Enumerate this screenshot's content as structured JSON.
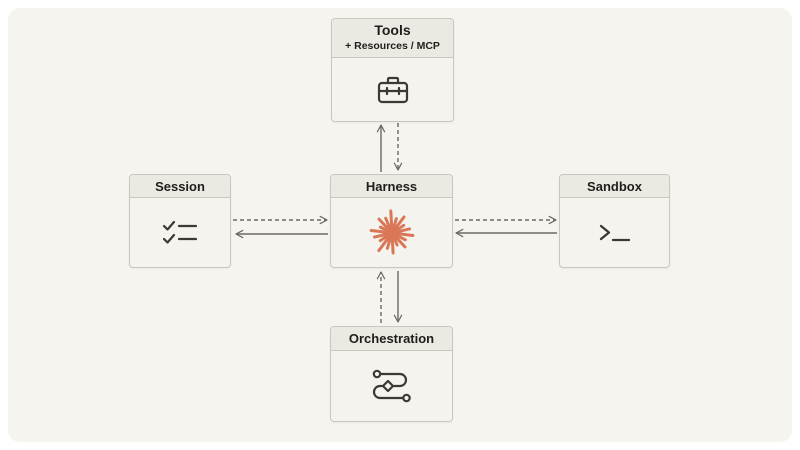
{
  "nodes": {
    "tools": {
      "title": "Tools",
      "subtitle": "+ Resources / MCP",
      "icon": "toolbox-icon"
    },
    "session": {
      "title": "Session",
      "icon": "checklist-icon"
    },
    "harness": {
      "title": "Harness",
      "icon": "starburst-icon",
      "accent": "#d97757"
    },
    "sandbox": {
      "title": "Sandbox",
      "icon": "terminal-prompt-icon"
    },
    "orchestration": {
      "title": "Orchestration",
      "icon": "workflow-icon"
    }
  },
  "colors": {
    "background": "#f6f4ef",
    "node_fill": "#f4f3ee",
    "node_header": "#ebe9e2",
    "border": "#c9c7c0",
    "text": "#1f1e1c",
    "connector": "#6b6963",
    "accent": "#d97757"
  },
  "connections": [
    {
      "from": "harness",
      "to": "tools",
      "style": "solid"
    },
    {
      "from": "tools",
      "to": "harness",
      "style": "dashed"
    },
    {
      "from": "session",
      "to": "harness",
      "style": "dashed"
    },
    {
      "from": "harness",
      "to": "session",
      "style": "solid"
    },
    {
      "from": "harness",
      "to": "sandbox",
      "style": "dashed"
    },
    {
      "from": "sandbox",
      "to": "harness",
      "style": "solid"
    },
    {
      "from": "orchestration",
      "to": "harness",
      "style": "dashed"
    },
    {
      "from": "harness",
      "to": "orchestration",
      "style": "solid"
    }
  ]
}
